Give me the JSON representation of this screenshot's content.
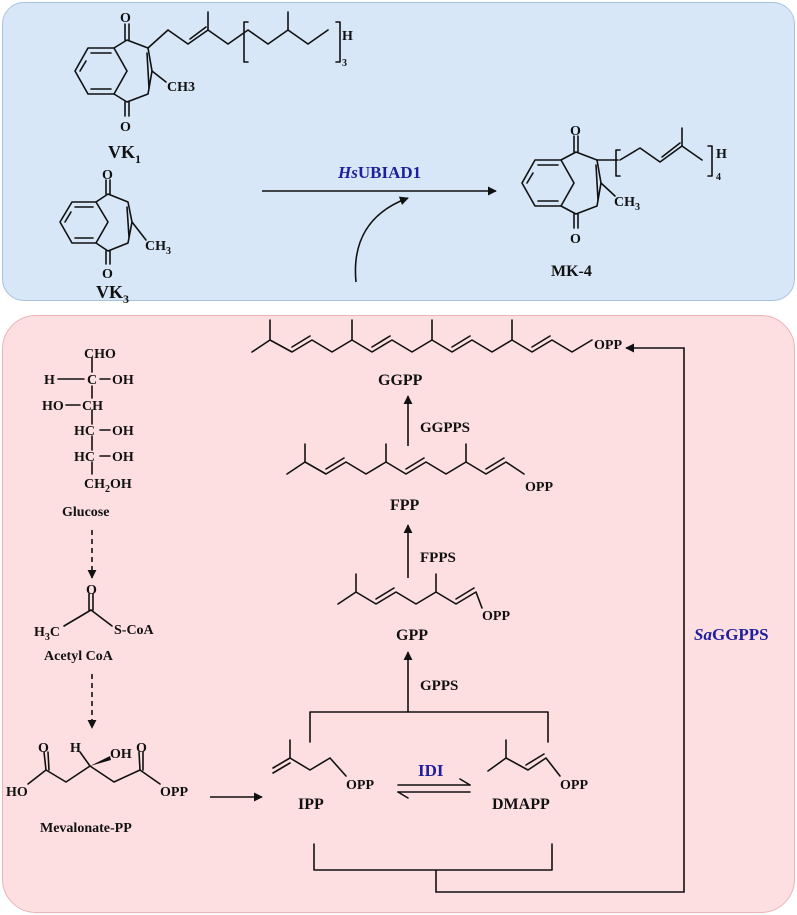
{
  "compounds": {
    "vk1": {
      "name": "VK",
      "subscript": "1",
      "methyl": "CH3",
      "repeat_count": "3",
      "end_group": "H"
    },
    "vk3": {
      "name": "VK",
      "subscript": "3",
      "methyl": "CH3"
    },
    "mk4": {
      "name": "MK-4",
      "methyl": "CH3",
      "repeat_count": "4",
      "end_group": "H"
    },
    "ggpp": {
      "name": "GGPP",
      "group": "OPP"
    },
    "fpp": {
      "name": "FPP",
      "group": "OPP"
    },
    "gpp": {
      "name": "GPP",
      "group": "OPP"
    },
    "ipp": {
      "name": "IPP",
      "group": "OPP"
    },
    "dmapp": {
      "name": "DMAPP",
      "group": "OPP"
    },
    "glucose": {
      "name": "Glucose",
      "atoms": {
        "cho": "CHO",
        "h": "H",
        "c": "C",
        "oh": "OH",
        "ho": "HO",
        "ch": "CH",
        "hc": "HC",
        "ch2oh": "CH2OH"
      }
    },
    "acetyl_coa": {
      "name": "Acetyl CoA",
      "h3c": "H3C",
      "scoa": "S-CoA",
      "o": "O"
    },
    "mevalonate_pp": {
      "name": "Mevalonate-PP",
      "ho": "HO",
      "h": "H",
      "oh": "OH",
      "opp": "OPP",
      "o": "O"
    }
  },
  "enzymes": {
    "hsubiad1": {
      "italic": "Hs",
      "rest": "UBIAD1"
    },
    "ggpps": "GGPPS",
    "fpps": "FPPS",
    "gpps": "GPPS",
    "idi": "IDI",
    "saggpps": {
      "italic": "Sa",
      "rest": "GGPPS"
    }
  },
  "colors": {
    "top_panel": "#d7e7f8",
    "bottom_panel": "#fddfe1",
    "enzyme_highlight": "#1f1f9e",
    "ink": "#111111"
  }
}
